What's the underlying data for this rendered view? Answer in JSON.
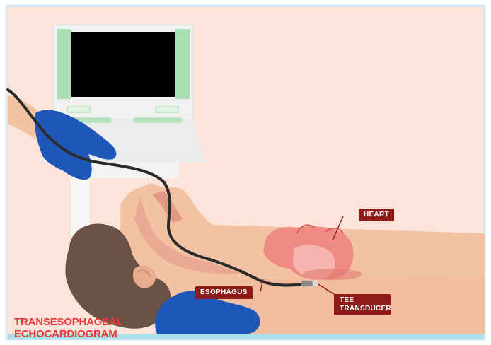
{
  "title": {
    "line1": "TRANSESOPHAGEAL",
    "line2": "ECHOCARDIOGRAM"
  },
  "labels": {
    "heart": "HEART",
    "esophagus": "ESOPHAGUS",
    "tee_line1": "TEE",
    "tee_line2": "TRANSDUCER"
  },
  "colors": {
    "background": "#fbe5da",
    "frame_border": "#cfe8f1",
    "label_fill": "#8e1b18",
    "title_text": "#e8383a",
    "glove": "#1f57b8",
    "skin": "#f2c2a3",
    "hair": "#6b5244",
    "heart": "#f08a84",
    "monitor_frame": "#f1f1f1",
    "monitor_accent": "#a9ddb4",
    "monitor_screen": "#000000",
    "bed": "#a9dfe7",
    "probe_cable": "#2b2b2b"
  },
  "icons": {
    "monitor": "ultrasound-monitor-icon",
    "hand": "gloved-hand-icon",
    "heart": "heart-organ-icon",
    "probe": "tee-probe-icon"
  }
}
